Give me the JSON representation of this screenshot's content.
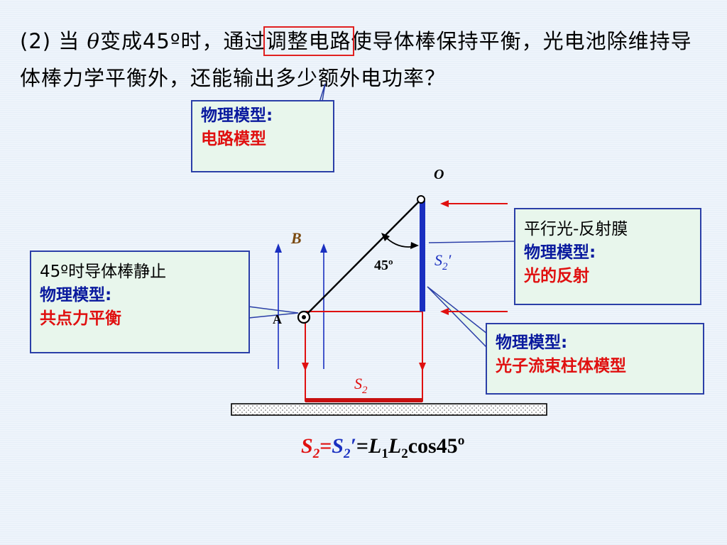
{
  "question": {
    "part1": "(2) 当 ",
    "theta": "θ",
    "part2": "变成45º时，通过",
    "highlight": "调整电路",
    "part3": "使导体棒保持平衡，光电池除维持导体棒力学平衡外，还能输出多少额外电功率？"
  },
  "box_circuit": {
    "line1": "物理模型:",
    "line2": "电路模型"
  },
  "box_rest": {
    "line0": "45º时导体棒静止",
    "line1": "物理模型:",
    "line2": "共点力平衡"
  },
  "box_light": {
    "line0": "平行光-反射膜",
    "line1": "物理模型:",
    "line2": "光的反射"
  },
  "box_photon": {
    "line1": "物理模型:",
    "line2": "光子流束柱体模型"
  },
  "labels": {
    "O": "O",
    "A": "A",
    "B": "B",
    "angle": "45º",
    "S2prime_letter": "S",
    "S2prime_sub": "2",
    "S2prime_mark": "′",
    "S2_letter": "S",
    "S2_sub": "2"
  },
  "formula": {
    "s": "S",
    "sub2": "2",
    "eq": "=",
    "s2": "S",
    "sub2b": "2",
    "prime": "′",
    "eq2": "=",
    "L1": "L",
    "sub1": "1",
    "L2": "L",
    "sub2c": "2",
    "cos": "cos45º"
  },
  "colors": {
    "blue_frame": "#2b3fa8",
    "red_light": "#e01010",
    "film": "#1a2fc0",
    "box_fill": "#e8f6ec"
  }
}
